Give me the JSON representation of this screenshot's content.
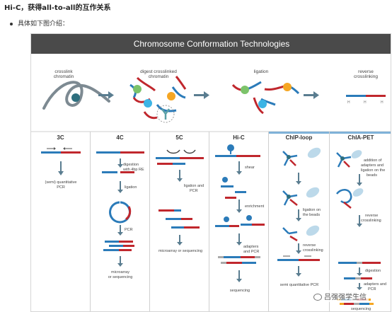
{
  "heading": "Hi-C，获得all-to-all的互作关系",
  "bullet_text": "具体如下图介绍：",
  "figure": {
    "title": "Chromosome Conformation Technologies",
    "steps": [
      {
        "label_lines": [
          "crosslink",
          "chromatin"
        ]
      },
      {
        "label_lines": [
          "digest crosslinked",
          "chromatin"
        ]
      },
      {
        "label_lines": [
          "ligation"
        ]
      },
      {
        "label_lines": [
          "reverse",
          "crosslinking"
        ]
      }
    ],
    "panels": [
      {
        "title": "3C",
        "texts": [
          "(semi) quantitative",
          "PCR"
        ]
      },
      {
        "title": "4C",
        "texts": [
          "digestion",
          "with 4bp RE",
          "ligation",
          "PCR",
          "microarray",
          "or sequencing"
        ]
      },
      {
        "title": "5C",
        "texts": [
          "ligation and",
          "PCR",
          "microarray or sequencing"
        ]
      },
      {
        "title": "Hi-C",
        "texts": [
          "shear",
          "enrichment",
          "adapters",
          "and PCR",
          "sequencing"
        ]
      },
      {
        "title": "ChIP-loop",
        "texts": [
          "ligation on",
          "the beads",
          "reverse",
          "crosslinking",
          "semi quantitative PCR"
        ]
      },
      {
        "title": "ChIA-PET",
        "texts": [
          "addition of",
          "adapters and",
          "ligation on the",
          "beads",
          "reverse",
          "crosslinking",
          "digestion",
          "adapters and",
          "PCR",
          "sequencing"
        ]
      }
    ]
  },
  "watermark": "吕强强学生信",
  "colors": {
    "title_bar": "#4a4a4a",
    "dna_blue": "#2b7bb9",
    "dna_red": "#c0272d",
    "arrow": "#5a7d90",
    "protein_green": "#7cc36a",
    "protein_orange": "#f5a623",
    "protein_cyan": "#3cb4e5",
    "panel_accent_blue": "#7fb2d8"
  }
}
